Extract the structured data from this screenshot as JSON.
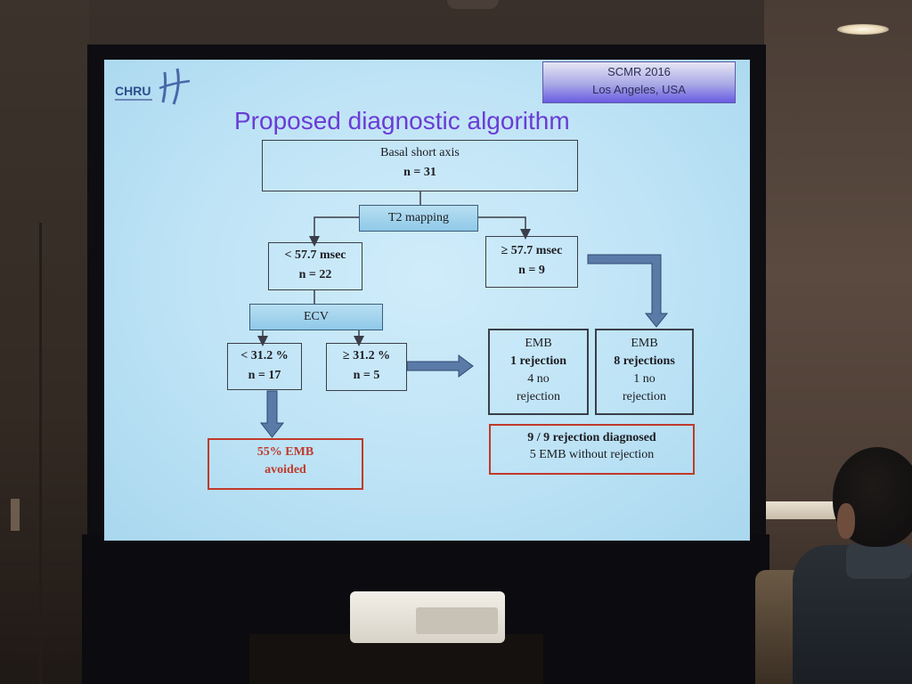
{
  "slide": {
    "logo": "CHRU",
    "conference": {
      "line1": "SCMR 2016",
      "line2": "Los Angeles, USA"
    },
    "title": "Proposed diagnostic algorithm",
    "nodes": {
      "root": {
        "line1": "Basal short axis",
        "line2": "n = 31"
      },
      "t2": {
        "label": "T2 mapping"
      },
      "t2_low": {
        "line1": "< 57.7 msec",
        "line2": "n = 22"
      },
      "t2_high": {
        "line1": "≥ 57.7 msec",
        "line2": "n = 9"
      },
      "ecv": {
        "label": "ECV"
      },
      "ecv_low": {
        "line1": "< 31.2 %",
        "line2": "n = 17"
      },
      "ecv_high": {
        "line1": "≥ 31.2 %",
        "line2": "n = 5"
      },
      "emb_left": {
        "line1": "EMB",
        "line2": "1 rejection",
        "line3": "4 no",
        "line4": "rejection"
      },
      "emb_right": {
        "line1": "EMB",
        "line2": "8 rejections",
        "line3": "1 no",
        "line4": "rejection"
      },
      "avoided": {
        "line1": "55% EMB",
        "line2": "avoided"
      },
      "summary": {
        "line1": "9 / 9  rejection diagnosed",
        "line2": "5 EMB without rejection"
      }
    }
  },
  "colors": {
    "title": "#6a3cd6",
    "slide_bg": "#bfe4f6",
    "highlight": "#c0392b",
    "arrow": "#5a7aa8"
  }
}
